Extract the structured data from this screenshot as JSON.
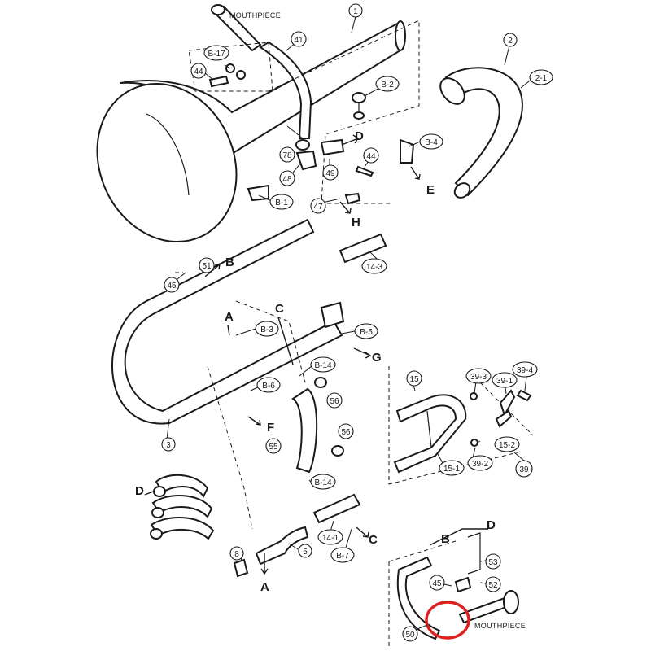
{
  "labels": {
    "mouthpiece_top": "MOUTHPIECE",
    "mouthpiece_bottom": "MOUTHPIECE",
    "p1": "1",
    "p2": "2",
    "p2_1": "2-1",
    "p3": "3",
    "p5": "5",
    "p8": "8",
    "p14_1": "14-1",
    "p14_3": "14-3",
    "p15": "15",
    "p15_1": "15-1",
    "p15_2": "15-2",
    "p39": "39",
    "p39_1": "39-1",
    "p39_2": "39-2",
    "p39_3": "39-3",
    "p39_4": "39-4",
    "p41": "41",
    "p44a": "44",
    "p44b": "44",
    "p45a": "45",
    "p45b": "45",
    "p47": "47",
    "p48": "48",
    "p49": "49",
    "p50": "50",
    "p51": "51",
    "p52": "52",
    "p53": "53",
    "p55": "55",
    "p56a": "56",
    "p56b": "56",
    "p78": "78",
    "b1": "B-1",
    "b2": "B-2",
    "b3": "B-3",
    "b4": "B-4",
    "b5": "B-5",
    "b6": "B-6",
    "b7": "B-7",
    "b14a": "B-14",
    "b14b": "B-14",
    "b17": "B-17"
  },
  "letters": {
    "a1": "A",
    "a2": "A",
    "b1": "B",
    "b2": "B",
    "c1": "C",
    "c2": "C",
    "d1": "D",
    "d2": "D",
    "d3": "D",
    "e": "E",
    "f": "F",
    "g": "G",
    "h": "H"
  },
  "highlight_color": "#e02020"
}
